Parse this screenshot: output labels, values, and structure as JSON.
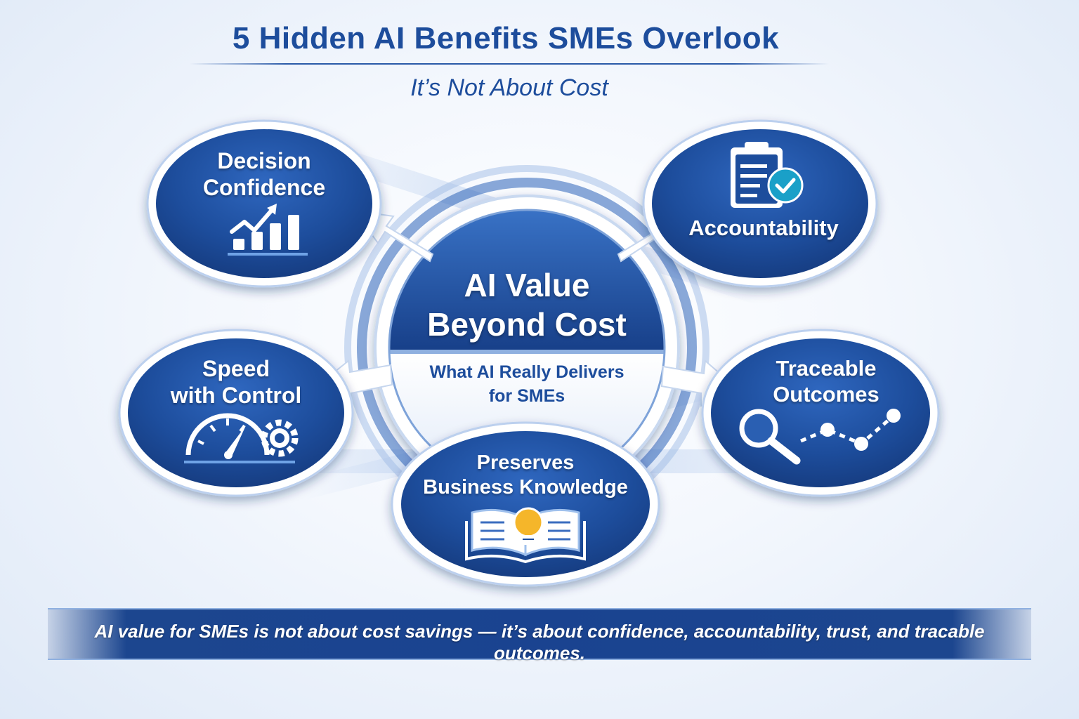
{
  "title": "5 Hidden AI Benefits SMEs Overlook",
  "subtitle": "It’s Not About Cost",
  "center": {
    "title_line1": "AI Value",
    "title_line2": "Beyond Cost",
    "sub_line1": "What AI Really Delivers",
    "sub_line2": "for SMEs"
  },
  "nodes": {
    "decision": {
      "line1": "Decision",
      "line2": "Confidence",
      "icon": "bar-chart-growth-icon"
    },
    "accountability": {
      "line1": "Accountability",
      "icon": "clipboard-check-icon"
    },
    "speed": {
      "line1": "Speed",
      "line2": "with Control",
      "icon": "speedometer-gear-icon"
    },
    "traceable": {
      "line1": "Traceable",
      "line2": "Outcomes",
      "icon": "magnifier-trace-icon"
    },
    "knowledge": {
      "line1": "Preserves",
      "line2": "Business Knowledge",
      "icon": "book-lightbulb-icon"
    }
  },
  "banner": "AI value for SMEs is not about cost savings — it’s about confidence, accountability, trust, and tracable outcomes.",
  "colors": {
    "primary": "#1d4d9c",
    "node_fill": "#1e4f9e",
    "check": "#1aa0c8",
    "bulb": "#f5b62a"
  }
}
